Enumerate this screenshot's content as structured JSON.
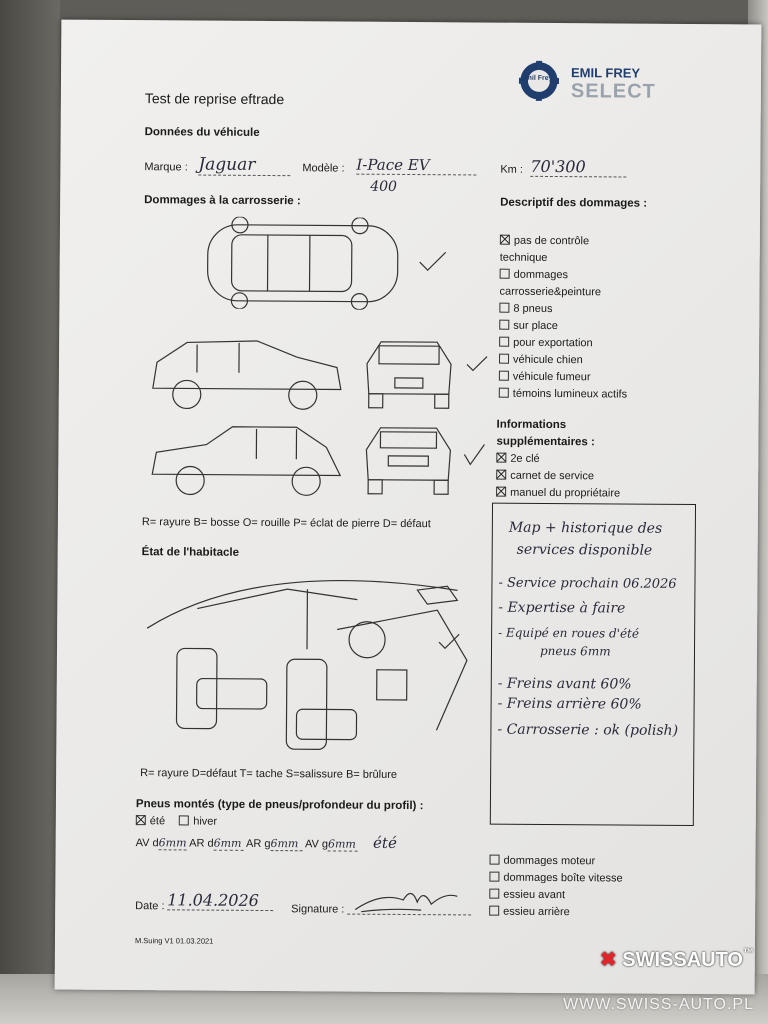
{
  "form": {
    "title": "Test de reprise eftrade",
    "vehicle_heading": "Données du véhicule",
    "marque_label": "Marque :",
    "marque_value": "Jaguar",
    "modele_label": "Modèle :",
    "modele_value": "I-Pace EV",
    "modele_value2": "400",
    "km_label": "Km :",
    "km_value": "70'300",
    "damage_body_heading": "Dommages à la carrosserie :",
    "damage_desc_heading": "Descriptif des dommages :",
    "damage_items": [
      {
        "label": "pas de contrôle",
        "checked": true
      },
      {
        "label": "technique",
        "checked": false,
        "no_box": true
      },
      {
        "label": "dommages",
        "checked": false
      },
      {
        "label": "carrosserie&peinture",
        "checked": false,
        "no_box": true
      },
      {
        "label": "8 pneus",
        "checked": false
      },
      {
        "label": "sur place",
        "checked": false
      },
      {
        "label": "pour exportation",
        "checked": false
      },
      {
        "label": "véhicule chien",
        "checked": false
      },
      {
        "label": "véhicule fumeur",
        "checked": false
      },
      {
        "label": "témoins lumineux actifs",
        "checked": false
      }
    ],
    "info_heading_1": "Informations",
    "info_heading_2": "supplémentaires :",
    "info_items": [
      {
        "label": "2e clé",
        "checked": true
      },
      {
        "label": "carnet de service",
        "checked": true
      },
      {
        "label": "manuel du propriétaire",
        "checked": true
      }
    ],
    "body_legend": "R= rayure B= bosse O= rouille P= éclat de pierre D= défaut",
    "interior_heading": "État de l'habitacle",
    "interior_legend": "R= rayure D=défaut T= tache S=salissure B= brûlure",
    "tires_heading": "Pneus montés (type de pneus/profondeur du profil) :",
    "tire_summer_label": "été",
    "tire_winter_label": "hiver",
    "tire_summer_checked": true,
    "tire_winter_checked": false,
    "tire_line": {
      "av_d_label": "AV d",
      "av_d_value": "6mm",
      "ar_d_label": "AR d",
      "ar_d_value": "6mm",
      "ar_g_label": "AR g",
      "ar_g_value": "6mm",
      "av_g_label": "AV g",
      "av_g_value": "6mm",
      "extra": "été"
    },
    "bottom_items": [
      {
        "label": "dommages moteur",
        "checked": false
      },
      {
        "label": "dommages boîte vitesse",
        "checked": false
      },
      {
        "label": "essieu avant",
        "checked": false
      },
      {
        "label": "essieu arrière",
        "checked": false
      }
    ],
    "date_label": "Date :",
    "date_value": "11.04.2026",
    "signature_label": "Signature :",
    "footer_ref": "M.Suing V1 01.03.2021",
    "notes": [
      "Map + historique des",
      "services disponible",
      "- Service prochain 06.2026",
      "- Expertise à faire",
      "- Equipé en roues d'été",
      "pneus 6mm",
      "- Freins avant 60%",
      "- Freins arrière 60%",
      "- Carrosserie : ok (polish)"
    ]
  },
  "logo": {
    "line1": "EMIL FREY",
    "line2": "SELECT",
    "badge": "Emil Frey"
  },
  "watermark": {
    "brand_a": "SWISS",
    "brand_b": "AUTO",
    "tm": "™",
    "url": "WWW.SWISS-AUTO.PL",
    "accent": "#e0262b"
  }
}
